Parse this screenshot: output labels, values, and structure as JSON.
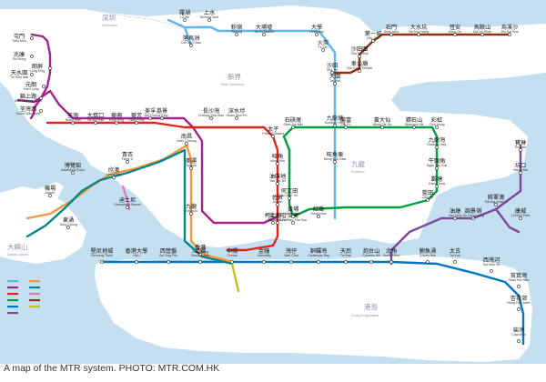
{
  "caption": "A map of the MTR system. PHOTO: MTR.COM.HK",
  "areas": [
    {
      "zh": "深圳",
      "en": "Shenzhen"
    },
    {
      "zh": "新界",
      "en": "New Territories"
    },
    {
      "zh": "九龍",
      "en": "Kowloon"
    },
    {
      "zh": "大嶼山",
      "en": "Lantau Island"
    },
    {
      "zh": "港島",
      "en": "Hong Kong Island"
    }
  ],
  "lines": [
    {
      "name": "east-rail",
      "color": "#5eb7e8"
    },
    {
      "name": "west-rail",
      "color": "#a5238e"
    },
    {
      "name": "tsuen-wan",
      "color": "#e2231a"
    },
    {
      "name": "kwun-tong",
      "color": "#00a040"
    },
    {
      "name": "island",
      "color": "#0075c2"
    },
    {
      "name": "tseung-kwan-o",
      "color": "#7d499d"
    },
    {
      "name": "tung-chung",
      "color": "#f7943e"
    },
    {
      "name": "airport-express",
      "color": "#00888a"
    },
    {
      "name": "disneyland",
      "color": "#e777cb"
    },
    {
      "name": "ma-on-shan",
      "color": "#923011"
    },
    {
      "name": "south-island",
      "color": "#bac429"
    }
  ],
  "stations": [
    {
      "zh": "落馬洲",
      "en": "Lok Ma Chau"
    },
    {
      "zh": "羅湖",
      "en": "Lo Wu"
    },
    {
      "zh": "上水",
      "en": "Sheung Shui"
    },
    {
      "zh": "粉嶺",
      "en": "Fanling"
    },
    {
      "zh": "大埔墟",
      "en": "Tai Po Market"
    },
    {
      "zh": "大學",
      "en": "University"
    },
    {
      "zh": "火炭",
      "en": "Fo Tan"
    },
    {
      "zh": "沙田",
      "en": "Sha Tin"
    },
    {
      "zh": "大圍",
      "en": "Tai Wai"
    },
    {
      "zh": "九龍塘",
      "en": "Kowloon Tong"
    },
    {
      "zh": "旺角東",
      "en": "Mong Kok East"
    },
    {
      "zh": "紅磡",
      "en": "Hung Hom"
    },
    {
      "zh": "烏溪沙",
      "en": "Wu Kai Sha"
    },
    {
      "zh": "馬鞍山",
      "en": "Ma On Shan"
    },
    {
      "zh": "恆安",
      "en": "Heng On"
    },
    {
      "zh": "大水坑",
      "en": "Tai Shui Hang"
    },
    {
      "zh": "石門",
      "en": "Shek Mun"
    },
    {
      "zh": "第一城",
      "en": "City One"
    },
    {
      "zh": "沙田圍",
      "en": "Sha Tin Wai"
    },
    {
      "zh": "車公廟",
      "en": "Che Kung Temple"
    },
    {
      "zh": "屯門",
      "en": "Tuen Mun"
    },
    {
      "zh": "兆康",
      "en": "Siu Hong"
    },
    {
      "zh": "天水圍",
      "en": "Tin Shui Wai"
    },
    {
      "zh": "朗屏",
      "en": "Long Ping"
    },
    {
      "zh": "元朗",
      "en": "Yuen Long"
    },
    {
      "zh": "錦上路",
      "en": "Kam Sheung Road"
    },
    {
      "zh": "荃灣西",
      "en": "Tsuen Wan West"
    },
    {
      "zh": "美孚",
      "en": "Mei Foo"
    },
    {
      "zh": "南昌",
      "en": "Nam Cheong"
    },
    {
      "zh": "柯士甸",
      "en": "Austin"
    },
    {
      "zh": "尖東",
      "en": "East Tsim Sha Tsui"
    },
    {
      "zh": "荃灣",
      "en": "Tsuen Wan"
    },
    {
      "zh": "大窩口",
      "en": "Tai Wo Hau"
    },
    {
      "zh": "葵興",
      "en": "Kwai Hing"
    },
    {
      "zh": "葵芳",
      "en": "Kwai Fong"
    },
    {
      "zh": "荔景",
      "en": "Lai King"
    },
    {
      "zh": "長沙灣",
      "en": "Cheung Sha Wan"
    },
    {
      "zh": "深水埗",
      "en": "Sham Shui Po"
    },
    {
      "zh": "太子",
      "en": "Prince Edward"
    },
    {
      "zh": "旺角",
      "en": "Mong Kok"
    },
    {
      "zh": "油麻地",
      "en": "Yau Ma Tei"
    },
    {
      "zh": "佐敦",
      "en": "Jordan"
    },
    {
      "zh": "尖沙咀",
      "en": "Tsim Sha Tsui"
    },
    {
      "zh": "石硤尾",
      "en": "Shek Kip Mei"
    },
    {
      "zh": "樂富",
      "en": "Lok Fu"
    },
    {
      "zh": "黃大仙",
      "en": "Wong Tai Sin"
    },
    {
      "zh": "鑽石山",
      "en": "Diamond Hill"
    },
    {
      "zh": "彩虹",
      "en": "Choi Hung"
    },
    {
      "zh": "九龍灣",
      "en": "Kowloon Bay"
    },
    {
      "zh": "牛頭角",
      "en": "Ngau Tau Kok"
    },
    {
      "zh": "觀塘",
      "en": "Kwun Tong"
    },
    {
      "zh": "藍田",
      "en": "Lam Tin"
    },
    {
      "zh": "油塘",
      "en": "Yau Tong"
    },
    {
      "zh": "調景嶺",
      "en": "Tiu Keng Leng"
    },
    {
      "zh": "將軍澳",
      "en": "Tseung Kwan O"
    },
    {
      "zh": "寶琳",
      "en": "Po Lam"
    },
    {
      "zh": "坑口",
      "en": "Hang Hau"
    },
    {
      "zh": "康城",
      "en": "LOHAS Park"
    },
    {
      "zh": "黃埔",
      "en": "Whampoa"
    },
    {
      "zh": "何文田",
      "en": "Ho Man Tin"
    },
    {
      "zh": "欣澳",
      "en": "Sunny Bay"
    },
    {
      "zh": "東涌",
      "en": "Tung Chung"
    },
    {
      "zh": "機場",
      "en": "Airport"
    },
    {
      "zh": "博覽館",
      "en": "AsiaWorld-Expo"
    },
    {
      "zh": "迪士尼",
      "en": "Disneyland Resort"
    },
    {
      "zh": "青衣",
      "en": "Tsing Yi"
    },
    {
      "zh": "奧運",
      "en": "Olympic"
    },
    {
      "zh": "九龍",
      "en": "Kowloon"
    },
    {
      "zh": "香港",
      "en": "Hong Kong"
    },
    {
      "zh": "堅尼地城",
      "en": "Kennedy Town"
    },
    {
      "zh": "香港大學",
      "en": "HKU"
    },
    {
      "zh": "西營盤",
      "en": "Sai Ying Pun"
    },
    {
      "zh": "上環",
      "en": "Sheung Wan"
    },
    {
      "zh": "中環",
      "en": "Central"
    },
    {
      "zh": "金鐘",
      "en": "Admiralty"
    },
    {
      "zh": "灣仔",
      "en": "Wan Chai"
    },
    {
      "zh": "銅鑼灣",
      "en": "Causeway Bay"
    },
    {
      "zh": "天后",
      "en": "Tin Hau"
    },
    {
      "zh": "炮台山",
      "en": "Fortress Hill"
    },
    {
      "zh": "北角",
      "en": "North Point"
    },
    {
      "zh": "鰂魚涌",
      "en": "Quarry Bay"
    },
    {
      "zh": "太古",
      "en": "Tai Koo"
    },
    {
      "zh": "西灣河",
      "en": "Sai Wan Ho"
    },
    {
      "zh": "筲箕灣",
      "en": "Shau Kei Wan"
    },
    {
      "zh": "杏花邨",
      "en": "Heng Fa Chuen"
    },
    {
      "zh": "柴灣",
      "en": "Chai Wan"
    }
  ]
}
